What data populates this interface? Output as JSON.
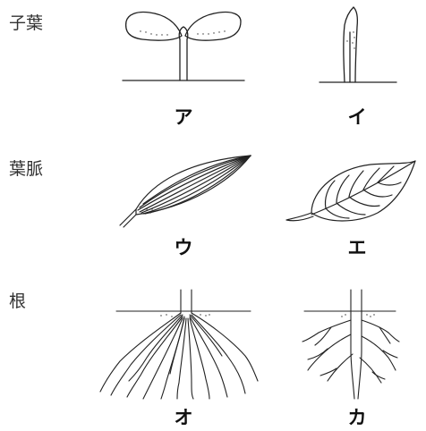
{
  "rows": {
    "cotyledon": "子葉",
    "veins": "葉脈",
    "roots": "根"
  },
  "figures": {
    "a": "ア",
    "i": "イ",
    "u": "ウ",
    "e": "エ",
    "o": "オ",
    "ka": "カ"
  }
}
